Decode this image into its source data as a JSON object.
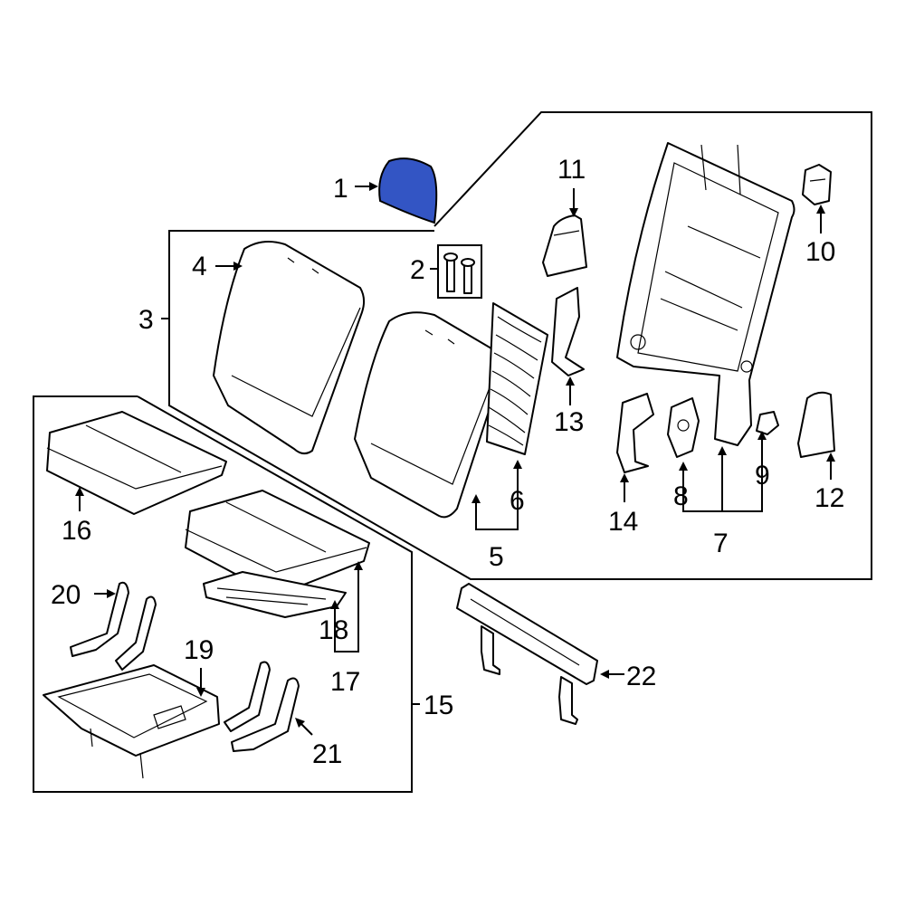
{
  "diagram": {
    "highlight_color": "#3355c4",
    "callouts": [
      {
        "id": "1",
        "text": "1"
      },
      {
        "id": "2",
        "text": "2"
      },
      {
        "id": "3",
        "text": "3"
      },
      {
        "id": "4",
        "text": "4"
      },
      {
        "id": "5",
        "text": "5"
      },
      {
        "id": "6",
        "text": "6"
      },
      {
        "id": "7",
        "text": "7"
      },
      {
        "id": "8",
        "text": "8"
      },
      {
        "id": "9",
        "text": "9"
      },
      {
        "id": "10",
        "text": "10"
      },
      {
        "id": "11",
        "text": "11"
      },
      {
        "id": "12",
        "text": "12"
      },
      {
        "id": "13",
        "text": "13"
      },
      {
        "id": "14",
        "text": "14"
      },
      {
        "id": "15",
        "text": "15"
      },
      {
        "id": "16",
        "text": "16"
      },
      {
        "id": "17",
        "text": "17"
      },
      {
        "id": "18",
        "text": "18"
      },
      {
        "id": "19",
        "text": "19"
      },
      {
        "id": "20",
        "text": "20"
      },
      {
        "id": "21",
        "text": "21"
      },
      {
        "id": "22",
        "text": "22"
      }
    ]
  }
}
